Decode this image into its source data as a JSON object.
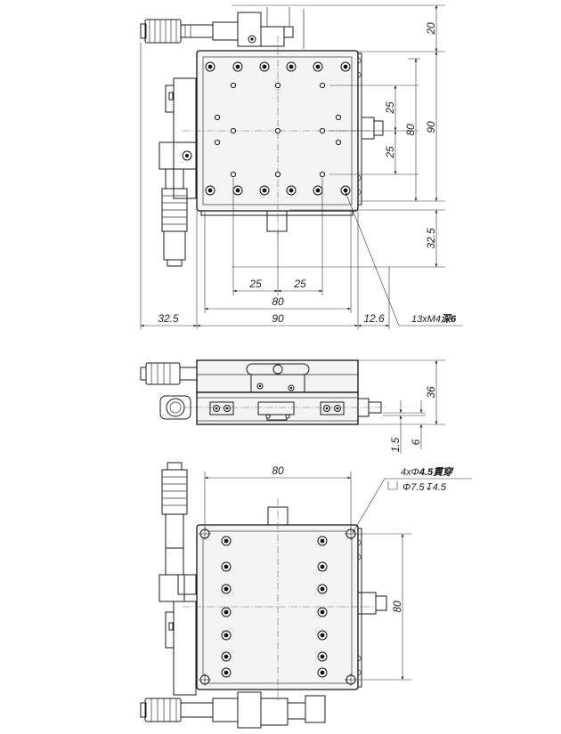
{
  "top_view": {
    "dims": {
      "height_top": "20",
      "height_overall": "90",
      "pitch_vertical": "80",
      "pitch_upper": "25",
      "pitch_lower": "25",
      "offset_knob": "32.5",
      "pitch_h_left": "25",
      "pitch_h_right": "25",
      "pitch_h_total": "80",
      "offset_left": "32.5",
      "width": "90",
      "offset_right": "12.6"
    },
    "callout_prefix": "13xM4",
    "callout_suffix": "深6"
  },
  "side_view": {
    "dims": {
      "height": "36",
      "d1": "1.5",
      "d2": "6"
    }
  },
  "bottom_view": {
    "dims": {
      "pitch_h": "80",
      "pitch_v": "80"
    },
    "callout_line1_prefix": "4xΦ",
    "callout_line1_value": "4.5貫穿",
    "callout_line2": "Φ7.5↧4.5"
  }
}
